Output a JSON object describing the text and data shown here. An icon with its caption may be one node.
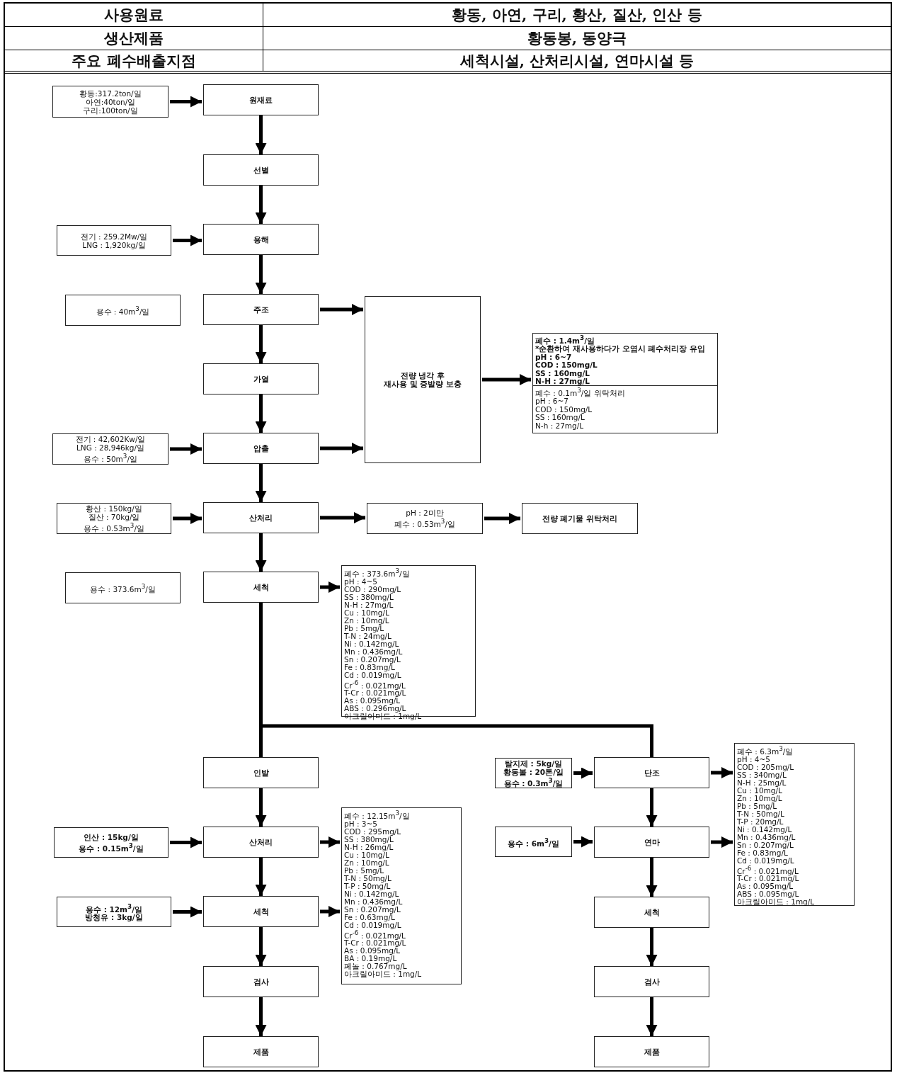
{
  "diagram": {
    "nodes": [
      {
        "text": [
          "황동:317.2ton/일",
          "아연:40ton/일",
          "구리:100ton/일"
        ]
      },
      {
        "text": [
          "원재료"
        ]
      },
      {
        "text": [
          "선별"
        ]
      },
      {
        "text": [
          "전기 : 259.2Mw/일",
          "LNG : 1,920kg/일"
        ]
      },
      {
        "text": [
          "용해"
        ]
      },
      {
        "text": [
          "용수 : 40m$^{3}$/일"
        ]
      },
      {
        "text": [
          "주조"
        ]
      },
      {
        "text": [
          "전량 냉각 후",
          "재사용 및 증발량 보충"
        ]
      },
      {
        "text": [
          "가열"
        ]
      },
      {
        "text": [],
        "shape": "box"
      },
      {
        "text": [
          "폐수 : 1.4m$^{3}$/일",
          "*순환하여 재사용하다가 오염시 폐수처리장 유입",
          "pH : 6~7",
          "COD : 150mg/L",
          "SS : 160mg/L",
          "N-H : 27mg/L"
        ],
        "in": 9
      },
      {
        "text": [
          "폐수 : 0.1m$^{3}$/일 위탁처리",
          "pH : 6~7",
          "COD : 150mg/L",
          "SS : 160mg/L",
          "N-h : 27mg/L"
        ],
        "in": 9
      },
      {
        "text": [
          "전기 : 42,602Kw/일",
          "LNG : 28,946kg/일",
          "용수 : 50m$^{3}$/일"
        ]
      },
      {
        "text": [
          "압출"
        ]
      },
      {
        "text": [
          "황산 : 150kg/일",
          "질산 : 70kg/일",
          "용수 : 0.53m$^{3}$/일"
        ]
      },
      {
        "text": [
          "산처리"
        ]
      },
      {
        "text": [
          "pH : 2미만",
          "폐수 : 0.53m$^{3}$/일"
        ]
      },
      {
        "text": [
          "전량 폐기물 위탁처리"
        ]
      },
      {
        "text": [
          "용수 : 373.6m$^{3}$/일"
        ]
      },
      {
        "text": [
          "세척"
        ]
      },
      {
        "text": [
          "폐수 : 373.6m$^{3}$/일",
          "pH : 4~5",
          "COD : 290mg/L",
          "SS : 380mg/L",
          "N-H : 27mg/L",
          "Cu : 10mg/L",
          "Zn : 10mg/L",
          "Pb : 5mg/L",
          "T-N : 24mg/L",
          "Ni : 0.142mg/L",
          "Mn : 0.436mg/L",
          "Sn : 0.207mg/L",
          "Fe : 0.83mg/L",
          "Cd : 0.019mg/L",
          "Cr$^{-6}$ : 0.021mg/L",
          "T-Cr : 0.021mg/L",
          "As : 0.095mg/L",
          "ABS : 0.296mg/L",
          "아크릴아미드 : 1mg/L"
        ]
      },
      {
        "text": [
          "인발"
        ]
      },
      {
        "text": [
          "탈지제 : 5kg/일",
          "황동볼 : 20톤/일",
          "용수 : 0.3m$^{3}$/일"
        ]
      },
      {
        "text": [
          "단조"
        ]
      },
      {
        "text": [
          "폐수 : 6.3m$^{3}$/일",
          "pH : 4~5",
          "COD : 205mg/L",
          "SS : 340mg/L",
          "N-H : 25mg/L",
          "Cu : 10mg/L",
          "Zn : 10mg/L",
          "Pb : 5mg/L",
          "T-N : 50mg/L",
          "T-P : 20mg/L",
          "Ni : 0.142mg/L",
          "Mn : 0.436mg/L",
          "Sn : 0.207mg/L",
          "Fe : 0.83mg/L",
          "Cd : 0.019mg/L",
          "Cr$^{-6}$ : 0.021mg/L",
          "T-Cr : 0.021mg/L",
          "As : 0.095mg/L",
          "ABS : 0.095mg/L",
          "아크릴아미드 : 1mg/L"
        ]
      },
      {
        "text": [
          "인산 : 15kg/일",
          "용수 : 0.15m$^{3}$/일"
        ]
      },
      {
        "text": [
          "산처리"
        ]
      },
      {
        "text": [
          "폐수 : 12.15m$^{3}$/일",
          "pH : 3~5",
          "COD : 295mg/L",
          "SS : 380mg/L",
          "N-H : 26mg/L",
          "Cu : 10mg/L",
          "Zn : 10mg/L",
          "Pb : 5mg/L",
          "T-N : 50mg/L",
          "T-P : 50mg/L",
          "Ni : 0.142mg/L",
          "Mn : 0.436mg/L",
          "Sn : 0.207mg/L",
          "Fe : 0.63mg/L",
          "Cd : 0.019mg/L",
          "Cr$^{-6}$ : 0.021mg/L",
          "T-Cr : 0.021mg/L",
          "As : 0.095mg/L",
          "BA : 0.19mg/L",
          "페놀 : 0.767mg/L",
          "아크릴아미드 : 1mg/L"
        ]
      },
      {
        "text": [
          "용수 : 6m$^{3}$/일"
        ]
      },
      {
        "text": [
          "연마"
        ]
      },
      {
        "text": [
          "용수 : 12m$^{3}$/일",
          "방청유 : 3kg/일"
        ]
      },
      {
        "text": [
          "세척"
        ]
      },
      {
        "text": [
          "세척"
        ]
      },
      {
        "text": [
          "검사"
        ]
      },
      {
        "text": [
          "검사"
        ]
      },
      {
        "text": [
          "제품"
        ]
      },
      {
        "text": [
          "제품"
        ]
      }
    ],
    "edges": [
      {
        "from": 0,
        "to": 1,
        "arrow": "to"
      },
      {
        "from": 1,
        "to": 2,
        "arrow": "to"
      },
      {
        "from": 2,
        "to": 4,
        "arrow": "to"
      },
      {
        "from": 3,
        "to": 4,
        "arrow": "to"
      },
      {
        "from": 4,
        "to": 6,
        "arrow": "to"
      },
      {
        "from": 6,
        "to": 7,
        "arrow": "to"
      },
      {
        "from": 6,
        "to": 8,
        "arrow": "to"
      },
      {
        "from": 7,
        "to": 9,
        "arrow": "to"
      },
      {
        "from": 8,
        "to": 13,
        "arrow": "to"
      },
      {
        "from": 12,
        "to": 13,
        "arrow": "to"
      },
      {
        "from": 13,
        "to": 7,
        "arrow": "to"
      },
      {
        "from": 13,
        "to": 15,
        "arrow": "to"
      },
      {
        "from": 14,
        "to": 15,
        "arrow": "to"
      },
      {
        "from": 15,
        "to": 16,
        "arrow": "to"
      },
      {
        "from": 16,
        "to": 17,
        "arrow": "to"
      },
      {
        "from": 15,
        "to": 19,
        "arrow": "to"
      },
      {
        "from": 19,
        "to": 20,
        "arrow": "to"
      },
      {
        "from": 19,
        "to": 21,
        "arrow": "none"
      },
      {
        "from": 19,
        "to": 23,
        "arrow": "none"
      },
      {
        "from": 22,
        "to": 23,
        "arrow": "to"
      },
      {
        "from": 23,
        "to": 24,
        "arrow": "to"
      },
      {
        "from": 21,
        "to": 26,
        "arrow": "to"
      },
      {
        "from": 25,
        "to": 26,
        "arrow": "to"
      },
      {
        "from": 26,
        "to": 27,
        "arrow": "to"
      },
      {
        "from": 23,
        "to": 29,
        "arrow": "to"
      },
      {
        "from": 28,
        "to": 29,
        "arrow": "to"
      },
      {
        "from": 29,
        "to": 24,
        "arrow": "to"
      },
      {
        "from": 26,
        "to": 31,
        "arrow": "to"
      },
      {
        "from": 30,
        "to": 31,
        "arrow": "to"
      },
      {
        "from": 31,
        "to": 27,
        "arrow": "to"
      },
      {
        "from": 29,
        "to": 32,
        "arrow": "to"
      },
      {
        "from": 31,
        "to": 33,
        "arrow": "to"
      },
      {
        "from": 32,
        "to": 34,
        "arrow": "to"
      },
      {
        "from": 33,
        "to": 35,
        "arrow": "to"
      },
      {
        "from": 34,
        "to": 36,
        "arrow": "to"
      }
    ],
    "labels": [
      "사용원료",
      "황동, 아연, 구리, 황산, 질산, 인산 등",
      "생산제품",
      "황동봉, 동양극",
      "주요 폐수배출지점",
      "세척시설, 산처리시설, 연마시설 등"
    ]
  }
}
